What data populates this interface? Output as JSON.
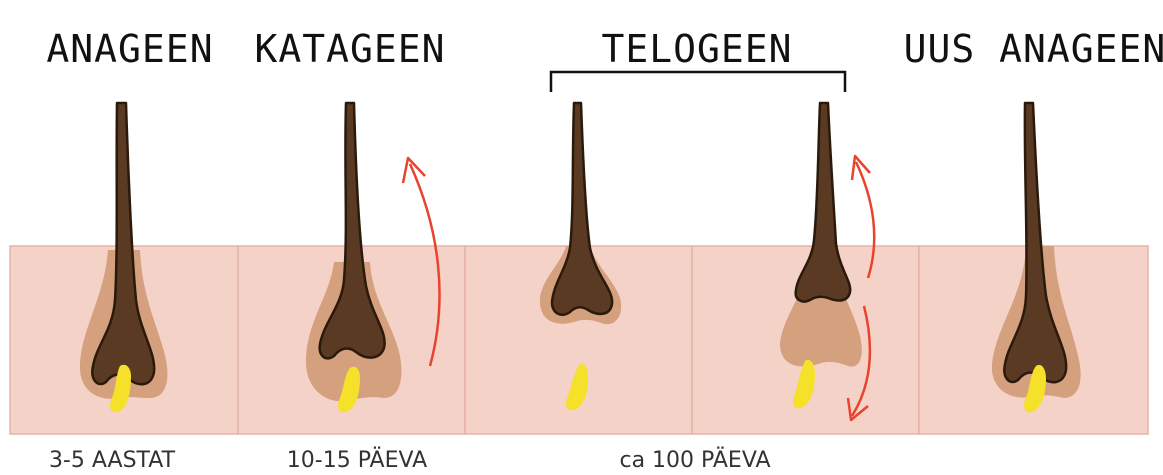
{
  "stages": [
    {
      "title": "ANAGEEN"
    },
    {
      "title": "KATAGEEN"
    },
    {
      "title": "TELOGEEN"
    },
    {
      "title": "UUS ANAGEEN"
    }
  ],
  "durations": [
    {
      "label": "3-5 AASTAT"
    },
    {
      "label": "10-15 PÄEVA"
    },
    {
      "label": "ca 100 PÄEVA"
    }
  ],
  "colors": {
    "skin": "#f5d2c8",
    "skin_border": "#e6b4a8",
    "hair": "#5a3a22",
    "hair_outline": "#2a1a0c",
    "follicle": "#d4a07e",
    "papilla": "#f5e02a",
    "arrow": "#e8432c",
    "bracket": "#111111"
  }
}
